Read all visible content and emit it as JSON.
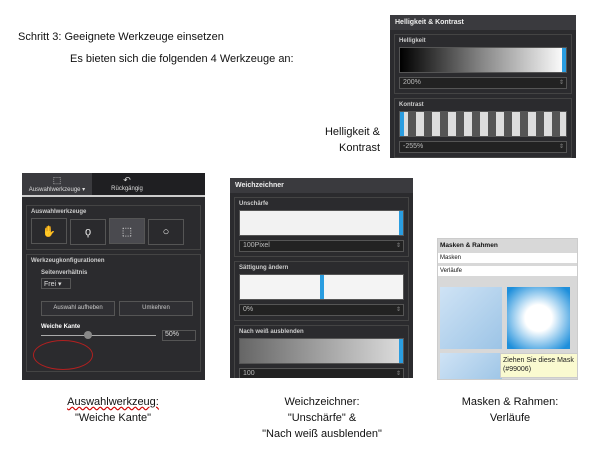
{
  "heading": "Schritt 3: Geeignete Werkzeuge einsetzen",
  "intro": "Es bieten sich die folgenden 4 Werkzeuge an:",
  "brightness_panel": {
    "title": "Helligkeit & Kontrast",
    "brightness_label": "Helligkeit",
    "brightness_value": "200%",
    "contrast_label": "Kontrast",
    "contrast_value": "-255%",
    "accent": "#2a9de0"
  },
  "brightness_caption": [
    "Helligkeit &",
    "Kontrast"
  ],
  "selection_panel": {
    "toolbar": [
      "Auswahlwerkzeuge",
      "Rückgängig"
    ],
    "tools_label": "Auswahlwerkzeuge",
    "tools": [
      "hand-icon",
      "lasso-icon",
      "rect-select-icon",
      "ellipse-select-icon"
    ],
    "config_label": "Werkzeugkonfigurationen",
    "aspect_label": "Seitenverhältnis",
    "aspect_value": "Frei",
    "deselect": "Auswahl aufheben",
    "invert": "Umkehren",
    "feather_label": "Weiche Kante",
    "feather_value": "50%",
    "feather_level": 0.5,
    "highlight_color": "#b02020"
  },
  "selection_caption": [
    "Auswahlwerkzeug:",
    "\"Weiche Kante\""
  ],
  "blur_panel": {
    "title": "Weichzeichner",
    "blur_label": "Unschärfe",
    "blur_value": "100Pixel",
    "saturation_label": "Sättigung ändern",
    "saturation_value": "0%",
    "fade_label": "Nach weiß ausblenden",
    "fade_value": "100"
  },
  "blur_caption": [
    "Weichzeichner:",
    "\"Unschärfe\" &",
    "\"Nach weiß ausblenden\""
  ],
  "masks_panel": {
    "title": "Masken & Rahmen",
    "items": [
      "Masken",
      "Verläufe"
    ],
    "tooltip": [
      "Ziehen Sie diese Mask",
      "(#99006)"
    ]
  },
  "masks_caption": [
    "Masken & Rahmen:",
    "Verläufe"
  ]
}
